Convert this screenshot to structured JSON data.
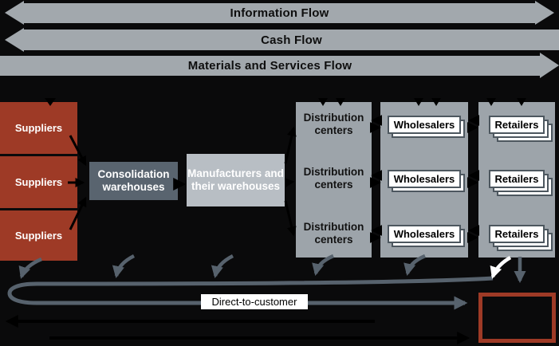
{
  "flow_bars": [
    {
      "label": "Information Flow",
      "arrows": "both"
    },
    {
      "label": "Cash Flow",
      "arrows": "left"
    },
    {
      "label": "Materials and Services Flow",
      "arrows": "right"
    }
  ],
  "columns": {
    "suppliers": {
      "labels": [
        "Suppliers",
        "Suppliers",
        "Suppliers"
      ]
    },
    "consolidation": {
      "label": "Consolidation warehouses"
    },
    "manufacturers": {
      "label": "Manufacturers and their warehouses"
    },
    "distribution": {
      "labels": [
        "Distribution centers",
        "Distribution centers",
        "Distribution centers"
      ]
    },
    "wholesalers": {
      "labels": [
        "Wholesalers",
        "Wholesalers",
        "Wholesalers"
      ]
    },
    "retailers": {
      "labels": [
        "Retailers",
        "Retailers",
        "Retailers"
      ]
    }
  },
  "bottom": {
    "direct_to_customer_label": "Direct-to-customer"
  },
  "colors": {
    "background": "#0a0a0b",
    "flow_bar": "#a2a8ad",
    "supplier_red": "#9e3a26",
    "consolidation_slate": "#59646f",
    "manufacturers_gray": "#b8bec4",
    "panel_gray": "#9da4aa",
    "collector_arrow_gray": "#57626d",
    "card_border": "#4d575f",
    "customer_box_border": "#9e3a26"
  }
}
